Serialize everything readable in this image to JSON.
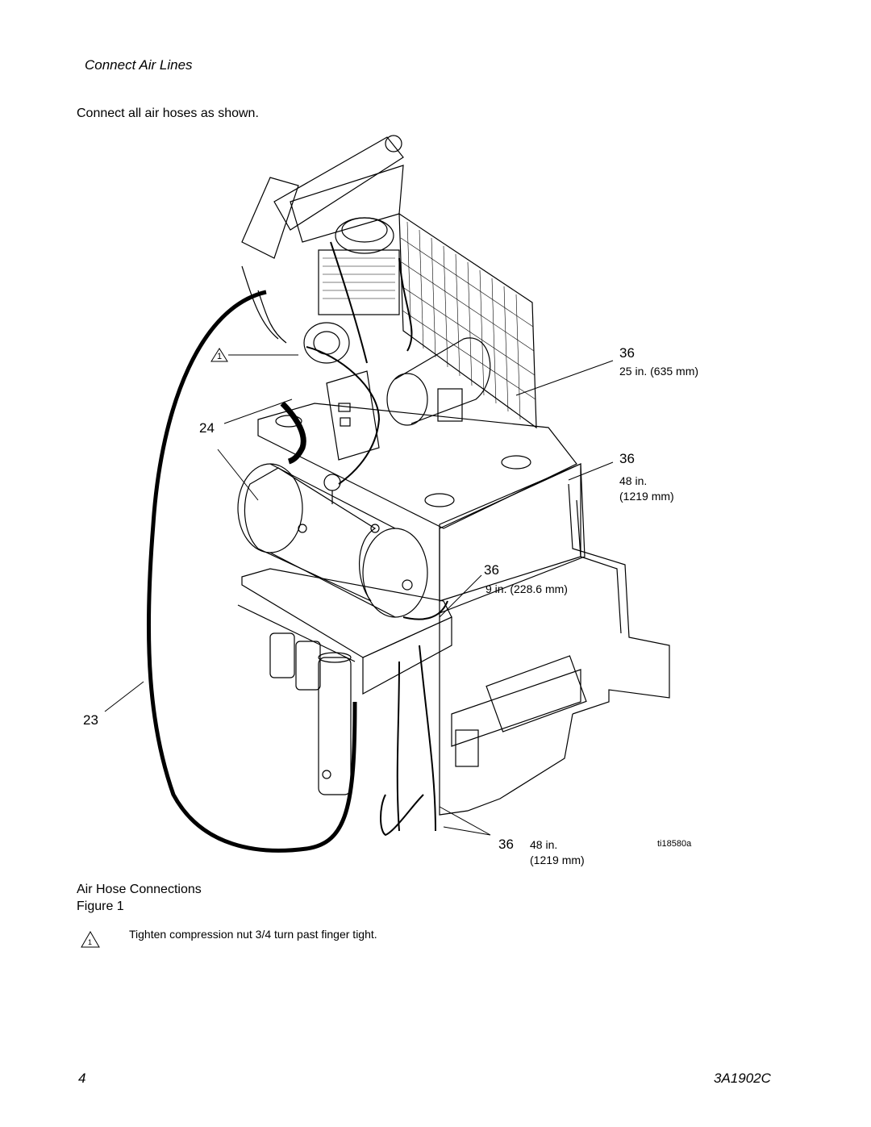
{
  "section_title": "Connect Air Lines",
  "instruction": "Connect all air hoses as shown.",
  "callouts": {
    "c1_num": "36",
    "c1_dim": "25 in. (635 mm)",
    "c2_num": "36",
    "c2_dim_a": "48 in.",
    "c2_dim_b": "(1219 mm)",
    "c3_num": "36",
    "c3_dim": "9 in.  (228.6 mm)",
    "c4_num": "36",
    "c4_dim_a": "48 in.",
    "c4_dim_b": "(1219 mm)",
    "c24": "24",
    "c23": "23",
    "warning_marker": "1",
    "image_id": "ti18580a"
  },
  "caption": {
    "title": "Air Hose Connections",
    "figure": "Figure 1"
  },
  "note": {
    "marker": "1",
    "text": "Tighten compression nut 3/4 turn past finger tight."
  },
  "footer": {
    "page_number": "4",
    "doc_number": "3A1902C"
  }
}
